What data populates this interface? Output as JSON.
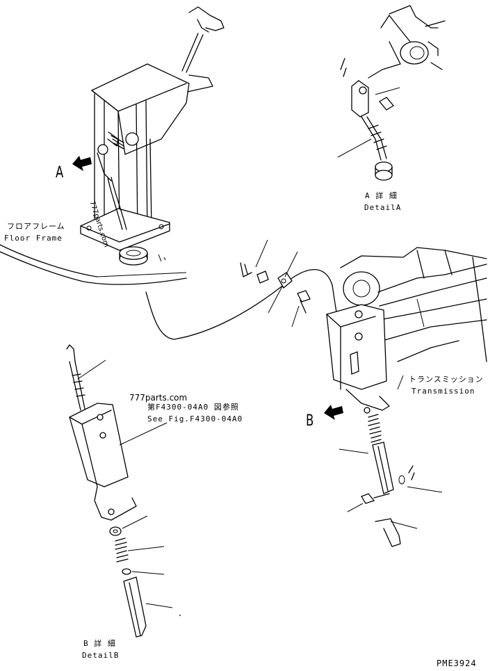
{
  "callouts": {
    "a_big": "A",
    "b_big": "B"
  },
  "labels": {
    "floor_frame_jp": "フロアフレーム",
    "floor_frame_en": "Floor Frame",
    "detail_a_jp": "A 詳 細",
    "detail_a_en": "DetailA",
    "see_fig_jp": "第F4300-04A0 図参照",
    "see_fig_en": "See Fig.F4300-04A0",
    "transmission_jp": "トランスミッション",
    "transmission_en": "Transmission",
    "detail_b_jp": "B 詳 細",
    "detail_b_en": "DetailB",
    "drawing_code": "PME3924"
  },
  "watermarks": {
    "mark_1": "777parts.com",
    "mark_2": "777parts.com"
  },
  "icons": [
    "arrow-a-icon",
    "arrow-b-icon"
  ]
}
